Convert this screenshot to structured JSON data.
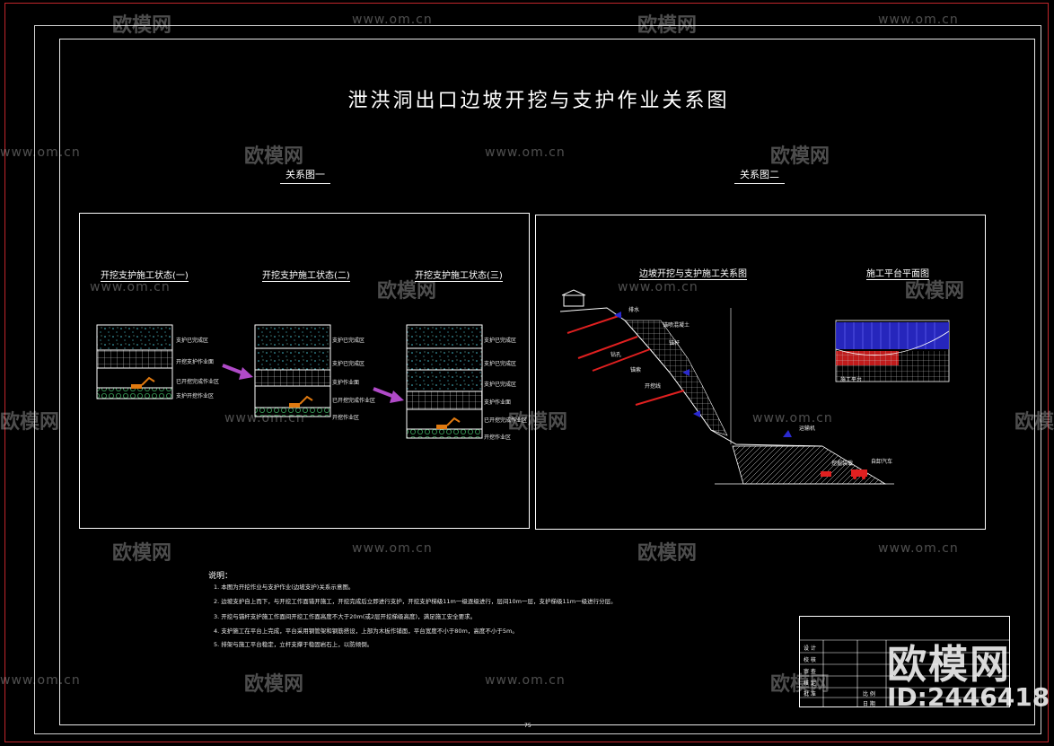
{
  "title": "泄洪洞出口边坡开挖与支护作业关系图",
  "diagram1": {
    "heading": "关系图一",
    "states": [
      {
        "label": "开挖支护施工状态(一)",
        "zones": [
          "支护已完成区",
          "开挖支护作业面",
          "已开挖完成作业区",
          "支护开挖作业区"
        ]
      },
      {
        "label": "开挖支护施工状态(二)",
        "zones": [
          "支护已完成区",
          "支护已完成区",
          "支护作业面",
          "已开挖完成作业区",
          "开挖作业区"
        ]
      },
      {
        "label": "开挖支护施工状态(三)",
        "zones": [
          "支护已完成区",
          "支护已完成区",
          "支护已完成区",
          "支护作业面",
          "已开挖完成作业区",
          "开挖作业区"
        ]
      }
    ]
  },
  "diagram2": {
    "heading": "关系图二",
    "section_title": "边坡开挖与支护施工关系图",
    "plan_title": "施工平台平面图",
    "labels": [
      "排水",
      "锚喷混凝土",
      "锚杆",
      "钻孔",
      "锚索",
      "开挖线",
      "运输机",
      "挖掘装载",
      "自卸汽车",
      "施工平台"
    ]
  },
  "notes": {
    "heading": "说明：",
    "items": [
      "1. 本图为开挖作业与支护作业(边坡支护)关系示意图。",
      "2. 边坡支护自上而下，与开挖工作面错开施工，开挖完成后立即进行支护，开挖支护梯级11m一级逐级进行，层间10m一层，支护梯级11m一级进行分层。",
      "3. 开挖与锚杆支护施工作面间开挖工作面高度不大于20m(或2层开挖梯级高度)，满足施工安全要求。",
      "4. 支护施工在平台上完成，平台采用钢管架和钢筋搭设，上部为木板作铺面，平台宽度不小于80m，高度不小于5m。",
      "5. 排架与施工平台稳定，立杆支撑于稳固岩石上，以防倾倒。"
    ]
  },
  "title_block": {
    "rows": [
      "设 计",
      "校 核",
      "审 查",
      "核 定",
      "批 准"
    ],
    "scale_label": "比 例",
    "date_label": "日 期"
  },
  "watermark": {
    "logo": "欧模网",
    "url": "www.om.cn",
    "big_logo": "欧模网",
    "id": "ID:2446418"
  },
  "page_number": "75",
  "colors": {
    "red_frame": "#c0262b",
    "arrow": "#b04ac8",
    "blue_fill": "#2a2ad0",
    "red_fill": "#e02020",
    "excavator": "#e07a10",
    "green_hatch": "#3ba55c"
  }
}
